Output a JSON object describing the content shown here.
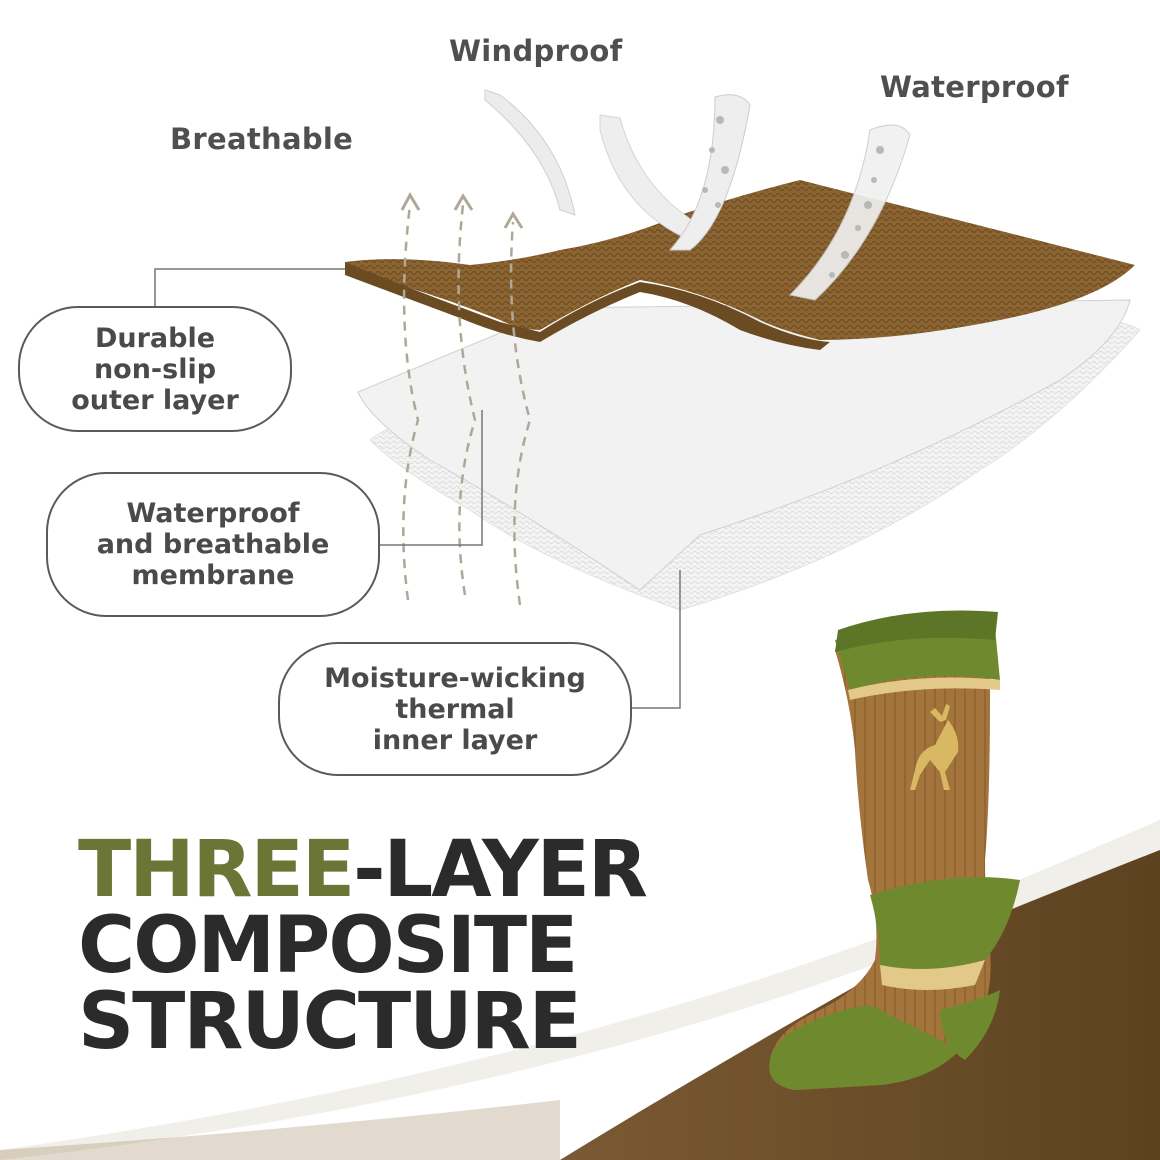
{
  "features": {
    "windproof": "Windproof",
    "waterproof": "Waterproof",
    "breathable": "Breathable"
  },
  "callouts": {
    "outer": [
      "Durable",
      "non-slip",
      "outer layer"
    ],
    "membrane": [
      "Waterproof",
      "and breathable",
      "membrane"
    ],
    "inner": [
      "Moisture-wicking",
      "thermal",
      "inner layer"
    ]
  },
  "headline": {
    "accent": "THREE",
    "line1_rest": "-LAYER",
    "line2": "COMPOSITE",
    "line3": "STRUCTURE"
  },
  "colors": {
    "outer_layer": "#8a6532",
    "sock_brown": "#a4743d",
    "sock_green": "#6f8a2e",
    "accent_text": "#6b7636",
    "headline_text": "#2b2b2b"
  }
}
